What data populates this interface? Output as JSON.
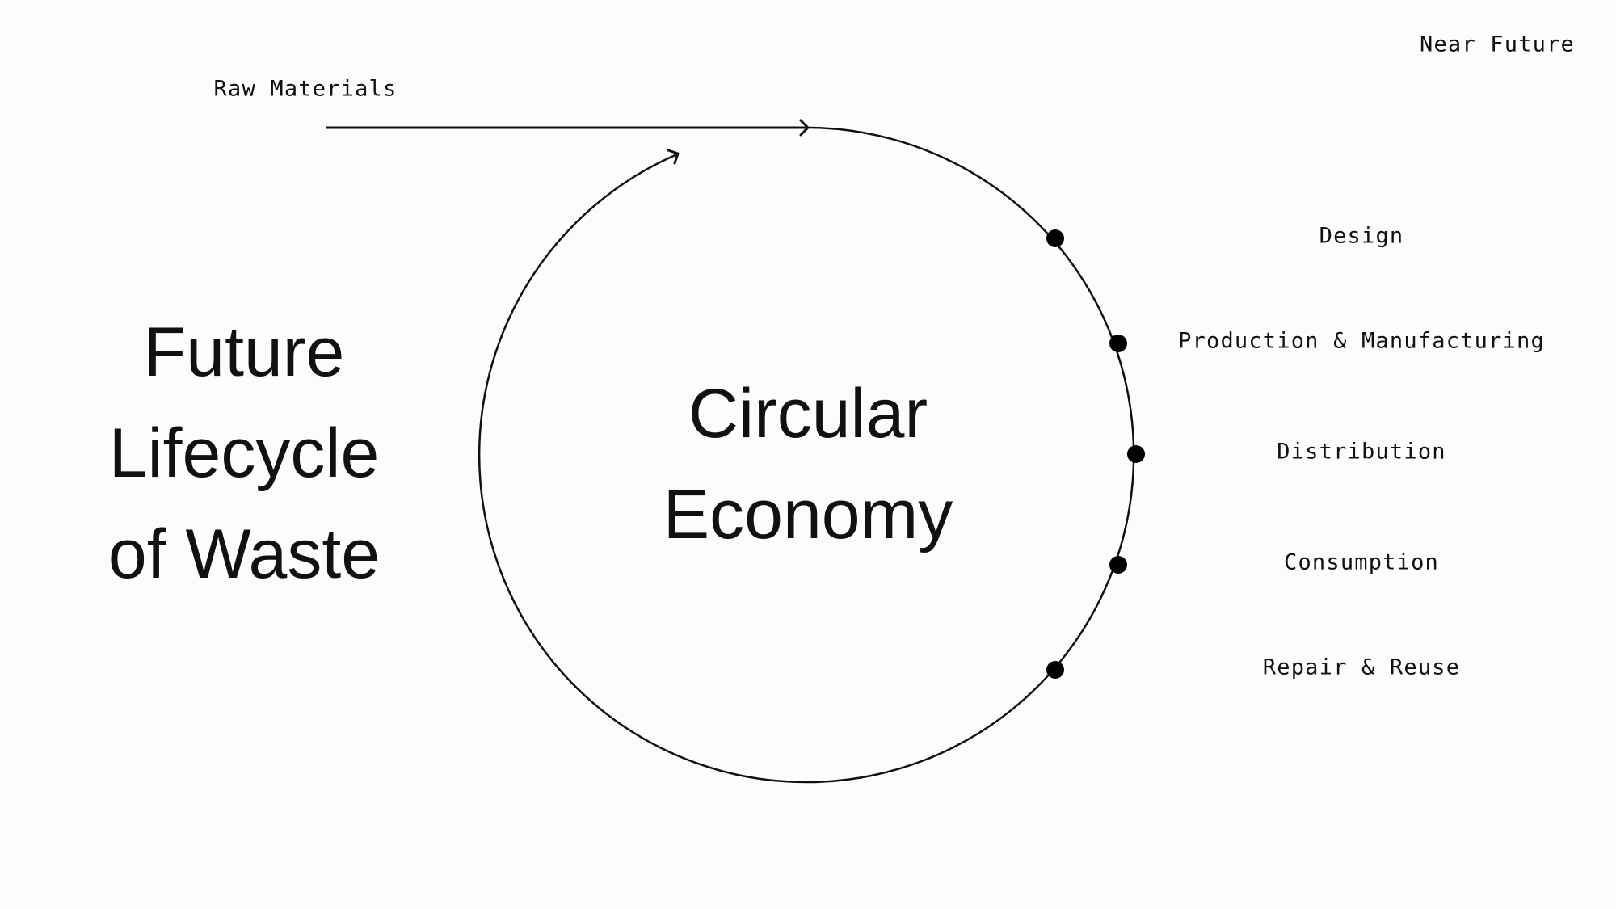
{
  "header": {
    "corner_label": "Near Future",
    "input_label": "Raw Materials"
  },
  "title": {
    "lines": [
      "Future",
      "Lifecycle",
      "of Waste"
    ]
  },
  "center": {
    "lines": [
      "Circular",
      "Economy"
    ]
  },
  "stages": [
    {
      "label": "Design"
    },
    {
      "label": "Production & Manufacturing"
    },
    {
      "label": "Distribution"
    },
    {
      "label": "Consumption"
    },
    {
      "label": "Repair & Reuse"
    }
  ],
  "colors": {
    "background": "#fbfcfc",
    "ink": "#111111"
  }
}
